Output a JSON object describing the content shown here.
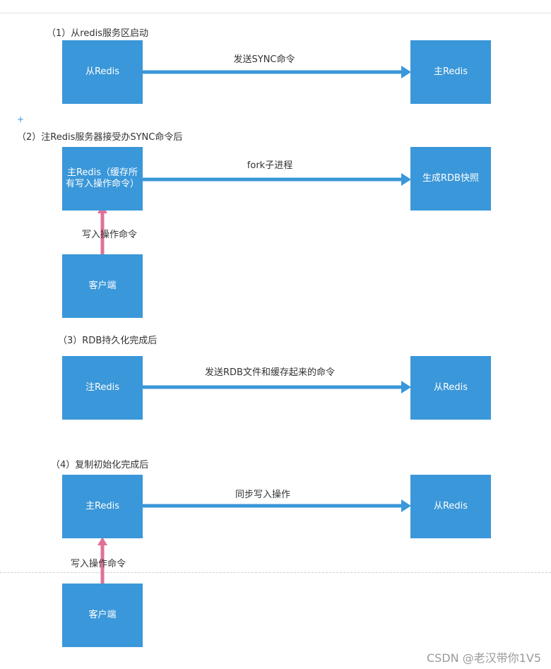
{
  "steps": [
    {
      "heading": "（1）从redis服务区启动",
      "left_box": "从Redis",
      "right_box": "主Redis",
      "arrow_label": "发送SYNC命令"
    },
    {
      "heading": "（2）注Redis服务器接受办SYNC命令后",
      "left_box": "主Redis（缓存所有写入操作命令）",
      "right_box": "生成RDB快照",
      "arrow_label": "fork子进程",
      "client_box": "客户端",
      "client_arrow_label": "写入操作命令"
    },
    {
      "heading": "（3）RDB持久化完成后",
      "left_box": "注Redis",
      "right_box": "从Redis",
      "arrow_label": "发送RDB文件和缓存起来的命令"
    },
    {
      "heading": "（4）复制初始化完成后",
      "left_box": "主Redis",
      "right_box": "从Redis",
      "arrow_label": "同步写入操作",
      "client_box": "客户端",
      "client_arrow_label": "写入操作命令"
    }
  ],
  "marker": "+",
  "watermark": "CSDN @老汉带你1V5",
  "colors": {
    "box_fill": "#3a97d9",
    "arrow_blue": "#3a97d9",
    "arrow_pink": "#e0709a"
  }
}
